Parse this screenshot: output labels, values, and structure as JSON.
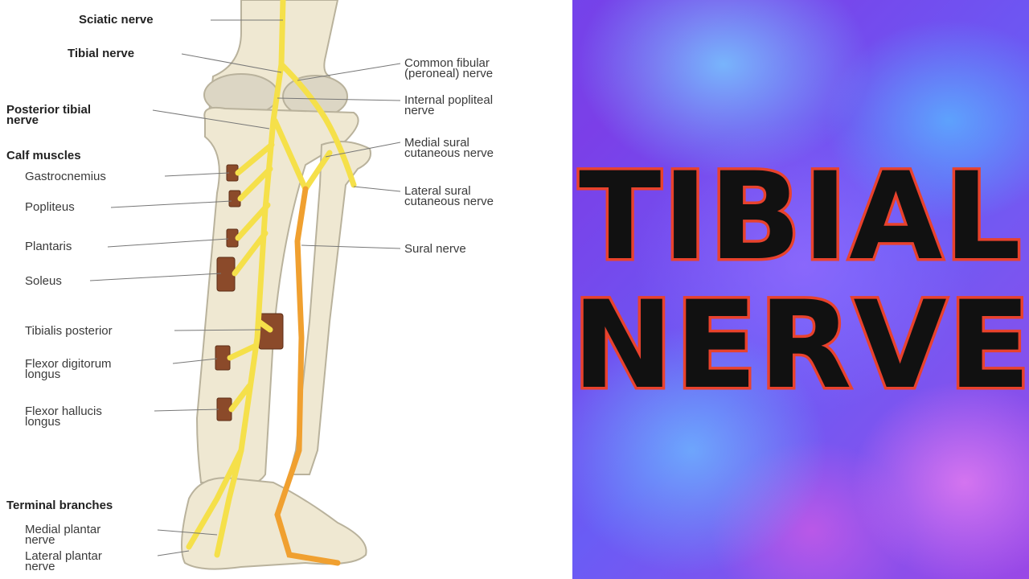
{
  "diagram": {
    "labels_left": [
      {
        "id": "sciatic",
        "text": "Sciatic nerve",
        "bold": true
      },
      {
        "id": "tibial",
        "text": "Tibial nerve",
        "bold": true
      },
      {
        "id": "post_tibial",
        "text": "Posterior tibial\nnerve",
        "bold": true
      },
      {
        "id": "calf",
        "text": "Calf muscles",
        "bold": true
      },
      {
        "id": "gastrocnemius",
        "text": "Gastrocnemius",
        "bold": false
      },
      {
        "id": "popliteus",
        "text": "Popliteus",
        "bold": false
      },
      {
        "id": "plantaris",
        "text": "Plantaris",
        "bold": false
      },
      {
        "id": "soleus",
        "text": "Soleus",
        "bold": false
      },
      {
        "id": "tib_post",
        "text": "Tibialis posterior",
        "bold": false
      },
      {
        "id": "fdl",
        "text": "Flexor digitorum\nlongus",
        "bold": false
      },
      {
        "id": "fhl",
        "text": "Flexor hallucis\nlongus",
        "bold": false
      },
      {
        "id": "terminal",
        "text": "Terminal branches",
        "bold": true
      },
      {
        "id": "medial_plantar",
        "text": "Medial plantar\nnerve",
        "bold": false
      },
      {
        "id": "lateral_plantar",
        "text": "Lateral plantar\nnerve",
        "bold": false
      }
    ],
    "labels_right": [
      {
        "id": "common_fibular",
        "text": "Common fibular\n(peroneal) nerve"
      },
      {
        "id": "internal_popliteal",
        "text": "Internal popliteal\nnerve"
      },
      {
        "id": "medial_sural",
        "text": "Medial sural\ncutaneous nerve"
      },
      {
        "id": "lateral_sural",
        "text": "Lateral sural\ncutaneous nerve"
      },
      {
        "id": "sural",
        "text": "Sural nerve"
      }
    ]
  },
  "title": {
    "line1": "TIBIAL",
    "line2": "NERVE"
  },
  "colors": {
    "nerve_yellow": "#f5e04a",
    "nerve_orange": "#f0a030",
    "bone": "#efe8d2",
    "muscle": "#8b4a2a",
    "title_fill": "#111111",
    "title_stroke": "#e8422d"
  }
}
